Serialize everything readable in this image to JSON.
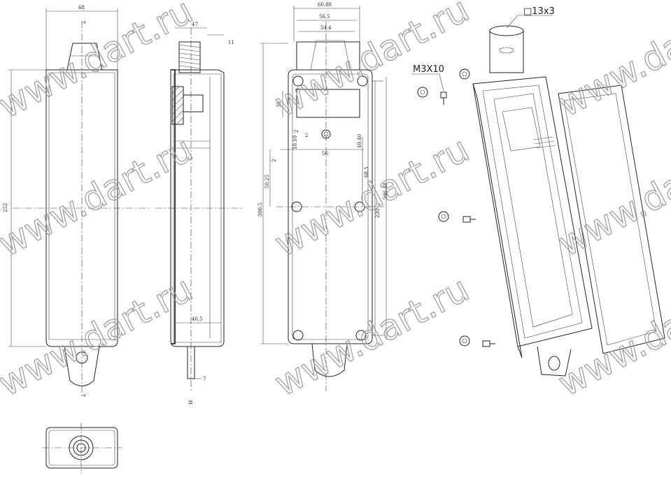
{
  "watermark": "www.dart.ru",
  "front_view": {
    "dims": {
      "width": "68",
      "height": "252"
    }
  },
  "section_view": {
    "dims": {
      "top_width": "47",
      "wall": "11",
      "bottom": "40.5",
      "stub": "7"
    },
    "mark": "H"
  },
  "inner_view": {
    "dims": {
      "w1": "60.88",
      "w2": "56.5",
      "w3": "54.4",
      "h30": "30",
      "v2a": "2",
      "v2b": "2",
      "v10": "10.10",
      "v56": "56",
      "v40": "40.40",
      "v2c": "2",
      "v50": "50.25",
      "v68": "68.5",
      "v306": "306.5",
      "v230": "230",
      "v246": "246.48"
    }
  },
  "iso_view": {
    "callouts": {
      "nut": "□13x3",
      "screw": "M3X10"
    }
  },
  "colors": {
    "line": "#222222",
    "watermark": "#9a9a9a",
    "background": "#ffffff"
  }
}
